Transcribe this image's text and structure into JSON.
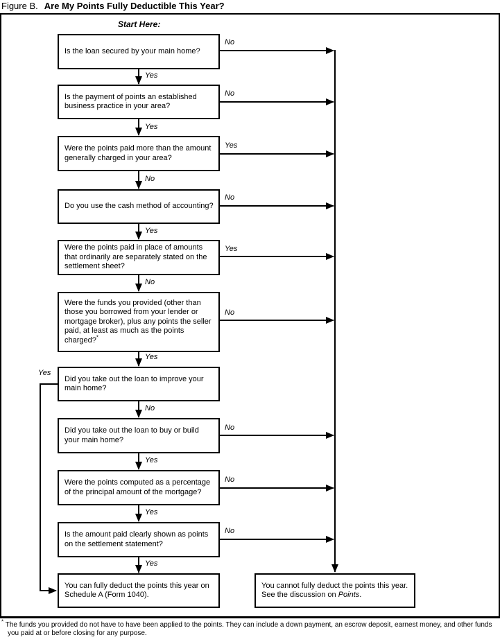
{
  "title": {
    "prefix": "Figure B.",
    "main": "Are My Points Fully Deductible This Year?"
  },
  "start_label": "Start Here:",
  "boxes": [
    {
      "text": "Is the loan secured by your main home?"
    },
    {
      "text": "Is the payment of points an established business practice in your area?"
    },
    {
      "text": "Were the points paid more than the amount generally charged in your area?"
    },
    {
      "text": "Do you use the cash method of accounting?"
    },
    {
      "text": "Were the points paid in place of amounts that ordinarily are separately stated on the settlement sheet?"
    },
    {
      "text": "Were the funds you provided (other than those you borrowed from your lender or mortgage broker), plus any points the seller paid, at least as much as the points charged?",
      "sup": "*"
    },
    {
      "text": "Did you take out the loan to improve your main home?"
    },
    {
      "text": "Did you take out the loan to buy or build your main home?"
    },
    {
      "text": "Were the points computed as a percentage of the principal amount of the mortgage?"
    },
    {
      "text": "Is the amount paid clearly shown as points on the settlement statement?"
    }
  ],
  "terminal_left": {
    "text": "You can fully deduct the points this year on Schedule A (Form 1040)."
  },
  "terminal_right": {
    "before": "You cannot fully deduct the points this year. See the discussion on ",
    "italic": "Points",
    "after": "."
  },
  "right_labels": [
    "No",
    "No",
    "Yes",
    "No",
    "Yes",
    "No",
    "No",
    "No",
    "No"
  ],
  "down_labels": [
    "Yes",
    "Yes",
    "No",
    "Yes",
    "No",
    "Yes",
    "No",
    "Yes",
    "Yes",
    "Yes"
  ],
  "left_branch_label": "Yes",
  "footnote": {
    "marker": "*",
    "line1": " The funds you provided do not have to have been applied to the points. They can include a down payment, an escrow deposit, earnest money, and other funds",
    "line2": "you paid at or before closing for any purpose."
  }
}
